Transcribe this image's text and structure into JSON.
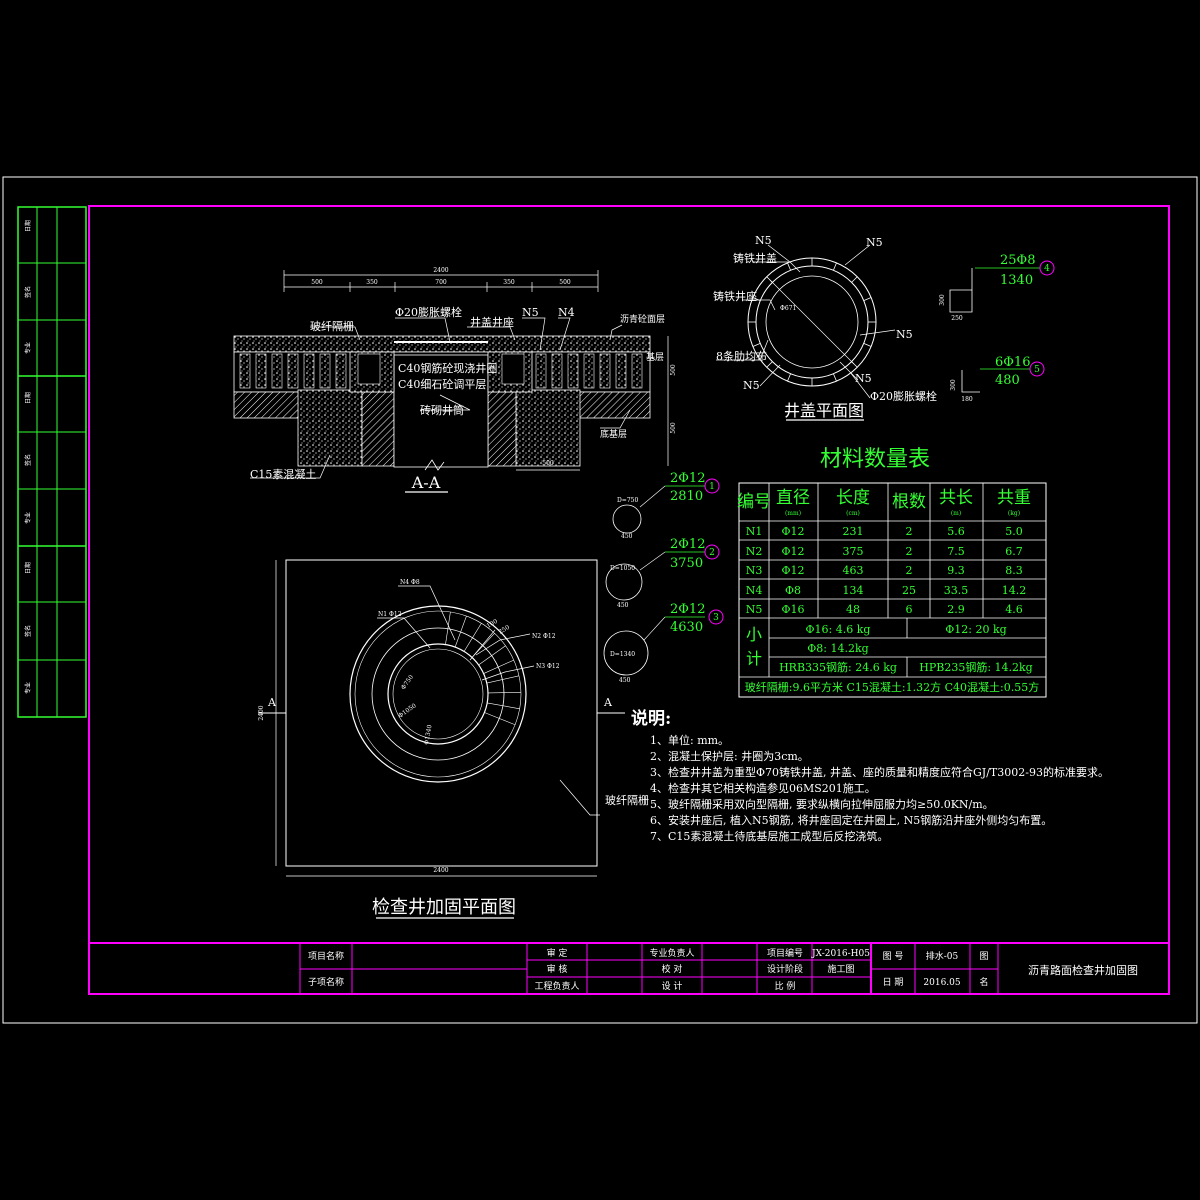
{
  "section": {
    "title": "A-A",
    "dims_top": {
      "total": "2400",
      "segs": [
        "500",
        "350",
        "700",
        "350",
        "500"
      ]
    },
    "dim_bottom": "500",
    "dim_right": [
      "500",
      "500"
    ],
    "labels": {
      "fiber_grid": "玻纤隔栅",
      "bolt": "Φ20膨胀螺栓",
      "seat": "井盖井座",
      "n5": "N5",
      "n4": "N4",
      "asphalt": "沥青砼面层",
      "base": "基层",
      "c40_rc": "C40钢筋砼现浇井圈",
      "c40_fine": "C40细石砼调平层",
      "brick": "砖砌井筒",
      "subbase": "底基层",
      "c15": "C15素混凝土"
    }
  },
  "cover_plan": {
    "title": "井盖平面图",
    "labels": {
      "n5": "N5",
      "iron_cover": "铸铁井盖",
      "iron_seat": "铸铁井座",
      "ribs": "8条肋均布",
      "bolt": "Φ20膨胀螺栓",
      "dia": "Φ671"
    }
  },
  "rebar_shapes": [
    {
      "no": "1",
      "top": "2Φ12",
      "bottom": "2810",
      "inner": "D=750",
      "dim": "450"
    },
    {
      "no": "2",
      "top": "2Φ12",
      "bottom": "3750",
      "inner": "D=1050",
      "dim": "450"
    },
    {
      "no": "3",
      "top": "2Φ12",
      "bottom": "4630",
      "inner": "D=1340",
      "dim": "450"
    },
    {
      "no": "4",
      "top": "25Φ8",
      "bottom": "1340",
      "dim_a": "300",
      "dim_b": "250"
    },
    {
      "no": "5",
      "top": "6Φ16",
      "bottom": "480",
      "dim_a": "300",
      "dim_b": "180"
    }
  ],
  "materials": {
    "title": "材料数量表",
    "headers": [
      {
        "main": "编号",
        "sub": ""
      },
      {
        "main": "直径",
        "sub": "(mm)"
      },
      {
        "main": "长度",
        "sub": "(cm)"
      },
      {
        "main": "根数",
        "sub": ""
      },
      {
        "main": "共长",
        "sub": "(m)"
      },
      {
        "main": "共重",
        "sub": "(kg)"
      }
    ],
    "rows": [
      [
        "N1",
        "Φ12",
        "231",
        "2",
        "5.6",
        "5.0"
      ],
      [
        "N2",
        "Φ12",
        "375",
        "2",
        "7.5",
        "6.7"
      ],
      [
        "N3",
        "Φ12",
        "463",
        "2",
        "9.3",
        "8.3"
      ],
      [
        "N4",
        "Φ8",
        "134",
        "25",
        "33.5",
        "14.2"
      ],
      [
        "N5",
        "Φ16",
        "48",
        "6",
        "2.9",
        "4.6"
      ]
    ],
    "subtotal_label": "小计",
    "sub_a": "Φ16: 4.6 kg",
    "sub_b": "Φ12: 20 kg",
    "sub_c": "Φ8: 14.2kg",
    "sub_d": "HRB335钢筋: 24.6 kg",
    "sub_e": "HPB235钢筋: 14.2kg",
    "footer": "玻纤隔栅:9.6平方米 C15混凝土:1.32方 C40混凝土:0.55方"
  },
  "notes": {
    "title": "说明:",
    "items": [
      "1、单位: mm。",
      "2、混凝土保护层: 井圈为3cm。",
      "3、检查井井盖为重型Φ70铸铁井盖, 井盖、座的质量和精度应符合GJ/T3002-93的标准要求。",
      "4、检查井其它相关构造参见06MS201施工。",
      "5、玻纤隔栅采用双向型隔栅, 要求纵横向拉伸屈服力均≥50.0KN/m。",
      "6、安装井座后, 植入N5钢筋, 将井座固定在井圈上, N5钢筋沿井座外侧均匀布置。",
      "7、C15素混凝土待底基层施工成型后反挖浇筑。"
    ]
  },
  "plan": {
    "title": "检查井加固平面图",
    "section_mark": "A",
    "dim": "2400",
    "fiber_grid": "玻纤隔栅",
    "rebar_labels": [
      "N4 Φ8",
      "N1 Φ12",
      "N2 Φ12",
      "N3 Φ12"
    ],
    "inner_labels": [
      "Φ750",
      "Φ1050",
      "Φ1340",
      "250",
      "100"
    ]
  },
  "title_block": {
    "project_label": "项目名称",
    "subproject_label": "子项名称",
    "review": "审 定",
    "check": "审 核",
    "engineer": "工程负责人",
    "discipline_lead": "专业负责人",
    "proof": "校 对",
    "design": "设 计",
    "project_no_label": "项目编号",
    "project_no": "JX-2016-H05",
    "stage_label": "设计阶段",
    "stage": "施工图",
    "scale_label": "比 例",
    "drawing_no_label": "图 号",
    "drawing_no": "排水-05",
    "date_label": "日 期",
    "date": "2016.05",
    "name_label_a": "图",
    "name_label_b": "名",
    "drawing_name": "沥青路面检查井加固图"
  },
  "side_strip": [
    "日期",
    "签名",
    "专业",
    "日期",
    "签名",
    "专业",
    "日期",
    "签名",
    "专业"
  ]
}
